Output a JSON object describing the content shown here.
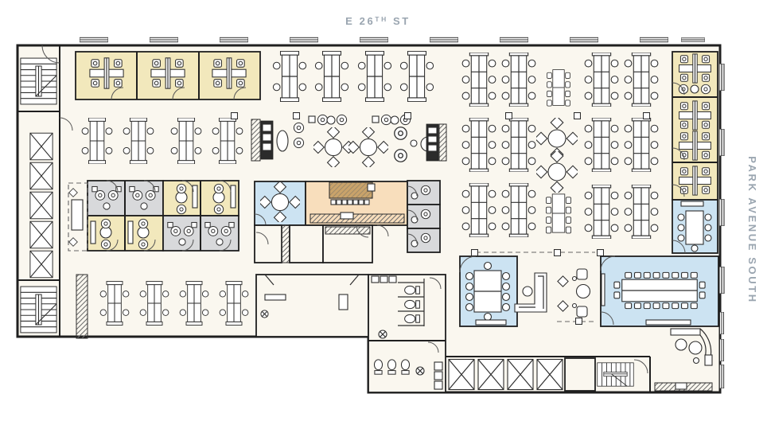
{
  "streets": {
    "top": {
      "prefix": "E 26",
      "superscript": "TH",
      "suffix": " ST"
    },
    "right": "PARK AVENUE SOUTH"
  },
  "palette": {
    "outside": "#FFFFFF",
    "floor": "#FAF7EF",
    "wall": "#1F1F1F",
    "office_yellow": "#F2E8BC",
    "huddle_gray": "#D8D9DB",
    "meeting_blue": "#CCE3F2",
    "pantry_peach": "#F8DEBC",
    "table_tan": "#C9A36A",
    "furniture_dark": "#2B2B2B",
    "street_label": "#9AA5B0"
  }
}
